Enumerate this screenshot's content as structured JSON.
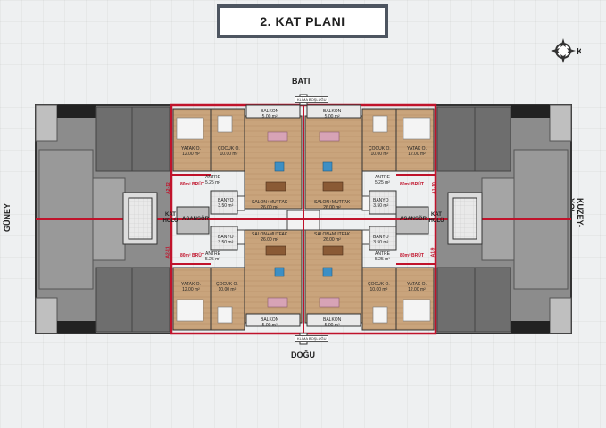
{
  "title": "2. KAT PLANI",
  "compass": {
    "letter": "K"
  },
  "directions": {
    "top": "BATI",
    "bottom": "DOĞU",
    "left": "GÜNEY",
    "right": "KUZEY-YOL"
  },
  "rooms": {
    "yatak": "YATAK O.",
    "yatak_area": "12.00 m²",
    "cocuk": "ÇOCUK O.",
    "cocuk_area": "10.00 m²",
    "balkon": "BALKON",
    "balkon_area": "5.00 m²",
    "salon": "SALON+MUTFAK",
    "salon_area": "26.00 m²",
    "antre": "ANTRE",
    "antre_area": "5.25 m²",
    "banyo": "BANYO",
    "banyo_area": "3.50 m²",
    "asansor": "ASANSÖR",
    "kat_holu": "KAT HOLÜ",
    "klima": "KLİMA BOŞLUĞU"
  },
  "units": {
    "a10": "A1-10",
    "a9": "A1-9",
    "a12": "A2-12",
    "a11": "A2-11",
    "brut": "80m² BRÜT"
  },
  "colors": {
    "wall": "#c0132b",
    "floor": "#c7a47e",
    "building": "#8a8a8a"
  }
}
